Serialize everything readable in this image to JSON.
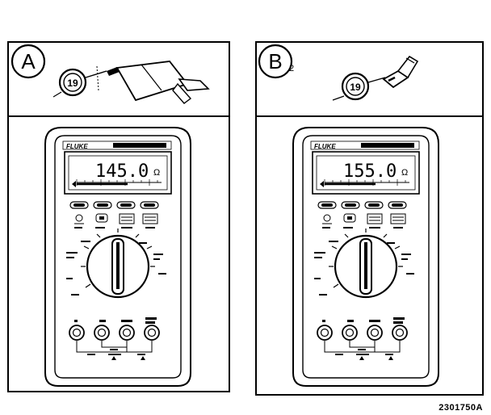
{
  "figure_id": "2301750A",
  "panels": [
    {
      "id": "A",
      "label": "A",
      "subscript": "",
      "connector_number": "19",
      "meter": {
        "brand": "FLUKE",
        "model_text": "",
        "reading": "145.0",
        "unit": "Ω"
      }
    },
    {
      "id": "B",
      "label": "B",
      "subscript": "2",
      "connector_number": "19",
      "meter": {
        "brand": "FLUKE",
        "model_text": "",
        "reading": "155.0",
        "unit": "Ω"
      }
    }
  ]
}
